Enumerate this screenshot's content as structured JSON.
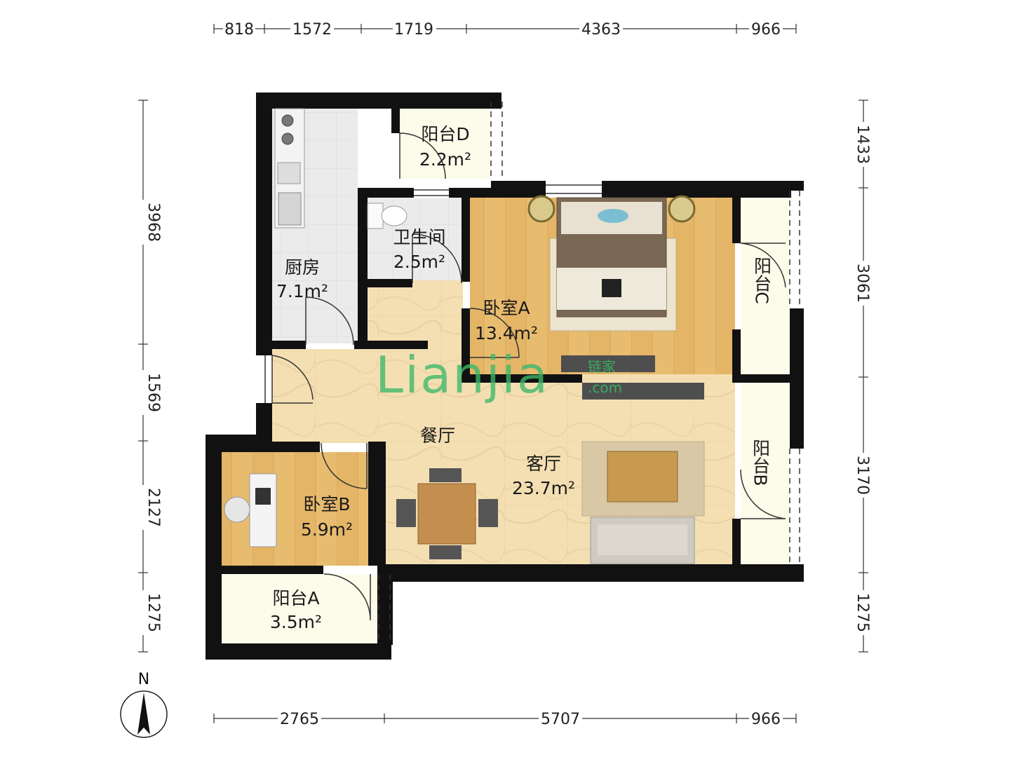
{
  "dimensions": {
    "top": [
      "818",
      "1572",
      "1719",
      "4363",
      "966"
    ],
    "bottom": [
      "2765",
      "5707",
      "966"
    ],
    "left": [
      "3968",
      "1569",
      "2127",
      "1275"
    ],
    "right": [
      "1433",
      "3061",
      "3170",
      "1275"
    ]
  },
  "rooms": {
    "kitchen": {
      "name": "厨房",
      "area": "7.1m²"
    },
    "balcony_d": {
      "name": "阳台D",
      "area": "2.2m²"
    },
    "bathroom": {
      "name": "卫生间",
      "area": "2.5m²"
    },
    "bedroom_a": {
      "name": "卧室A",
      "area": "13.4m²"
    },
    "balcony_c": {
      "name": "阳台C"
    },
    "dining": {
      "name": "餐厅"
    },
    "living": {
      "name": "客厅",
      "area": "23.7m²"
    },
    "balcony_b": {
      "name": "阳台B"
    },
    "bedroom_b": {
      "name": "卧室B",
      "area": "5.9m²"
    },
    "balcony_a": {
      "name": "阳台A",
      "area": "3.5m²"
    }
  },
  "watermark": {
    "latin": "Lianjia",
    "cn": "链家",
    "com": ".com"
  },
  "compass": {
    "label": "N",
    "icon": "north-arrow-icon"
  },
  "colors": {
    "wall": "#111111",
    "wood_floor": "#e7bb6e",
    "marble_floor": "#f3ddb0",
    "tile_floor": "#e9e9e9",
    "balcony_floor": "#fdfbea",
    "watermark": "#3cb86a"
  }
}
